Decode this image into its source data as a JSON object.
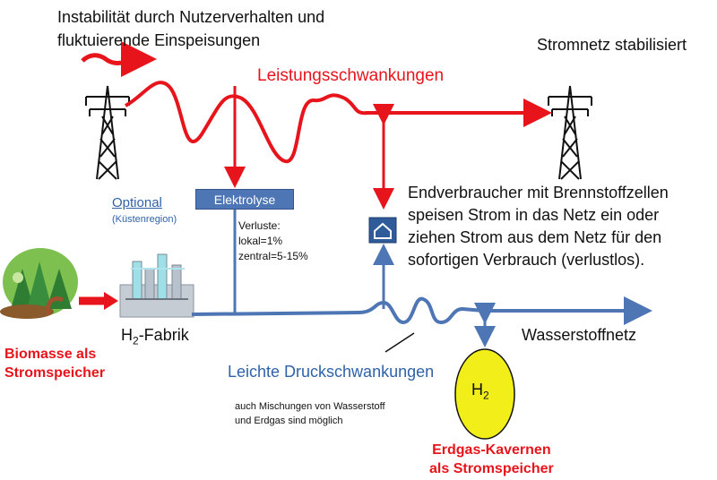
{
  "title_line1": "Instabilität durch Nutzerverhalten und",
  "title_line2": "fluktuierende Einspeisungen",
  "grid_stabilized": "Stromnetz stabilisiert",
  "power_fluctuations": "Leistungsschwankungen",
  "optional": "Optional",
  "coastal_region": "(Küstenregion)",
  "electrolysis": "Elektrolyse",
  "losses": {
    "title": "Verluste:",
    "local": "lokal=1%",
    "central": "zentral=5-15%"
  },
  "end_users": [
    "Endverbraucher mit Brennstoffzellen",
    "speisen Strom in das Netz ein oder",
    "ziehen Strom aus dem Netz für den",
    "sofortigen Verbrauch (verlustlos)."
  ],
  "factory": {
    "prefix": "H",
    "sub": "2",
    "suffix": "-Fabrik"
  },
  "biomass": {
    "line1": "Biomasse als",
    "line2": "Stromspeicher"
  },
  "hydrogen_network": "Wasserstoffnetz",
  "pressure_fluctuations": "Leichte Druckschwankungen",
  "mix": {
    "line1": "auch Mischungen von Wasserstoff",
    "line2": "und Erdgas sind möglich"
  },
  "tank": {
    "main": "H",
    "sub": "2"
  },
  "caverns": {
    "line1": "Erdgas-Kavernen",
    "line2": "als Stromspeicher"
  },
  "colors": {
    "red": "#e8141b",
    "blue": "#4e76b4",
    "yellow": "#f2ee1a",
    "dark_blue": "#2f62a8"
  }
}
